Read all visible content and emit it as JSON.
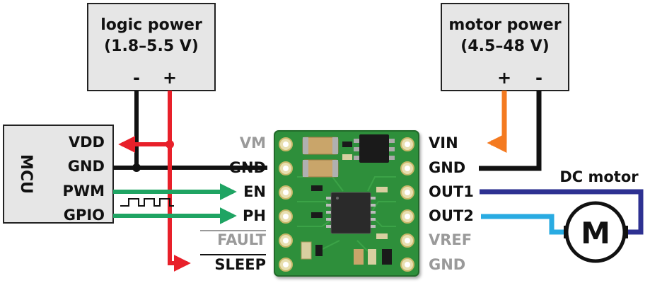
{
  "logic_power": {
    "title_line1": "logic power",
    "title_line2": "(1.8–5.5 V)",
    "minus": "-",
    "plus": "+"
  },
  "motor_power": {
    "title_line1": "motor power",
    "title_line2": "(4.5–48 V)",
    "plus": "+",
    "minus": "-"
  },
  "mcu": {
    "title": "MCU",
    "pins": {
      "vdd": "VDD",
      "gnd": "GND",
      "pwm": "PWM",
      "gpio": "GPIO"
    }
  },
  "board_left_pins": {
    "vm": "VM",
    "gnd": "GND",
    "en": "EN",
    "ph": "PH",
    "fault": "FAULT",
    "sleep": "SLEEP"
  },
  "board_right_pins": {
    "vin": "VIN",
    "gnd": "GND",
    "out1": "OUT1",
    "out2": "OUT2",
    "vref": "VREF",
    "gnd2": "GND"
  },
  "motor": {
    "label": "DC motor",
    "symbol": "M"
  },
  "colors": {
    "logic_wire": "#e8202a",
    "motor_power_wire": "#f47a20",
    "ground_wire": "#111111",
    "signal_wire": "#1fa463",
    "out1_wire": "#2e3192",
    "out2_wire": "#29abe2",
    "box_fill": "#e6e6e6",
    "pcb": "#2f8f3a"
  }
}
